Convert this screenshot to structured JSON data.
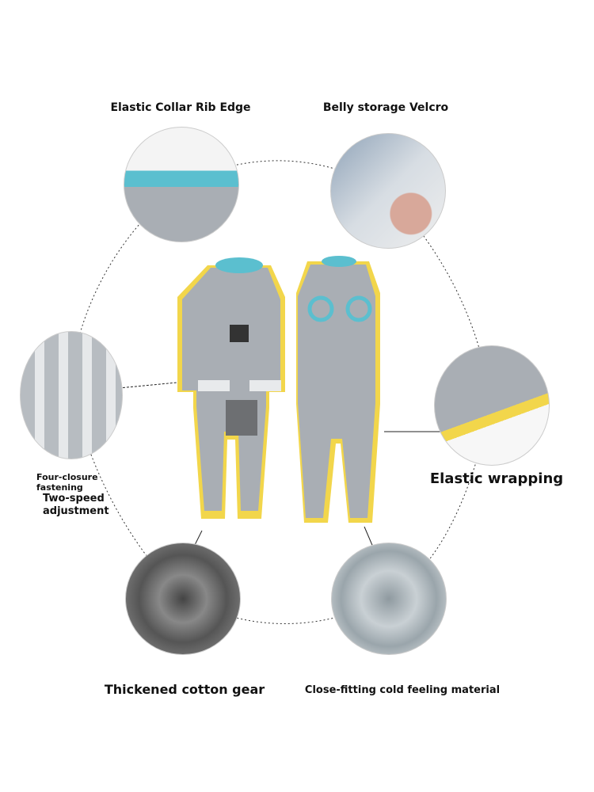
{
  "labels": {
    "collar": "Elastic Collar Rib Edge",
    "belly": "Belly storage Velcro",
    "four_closure": "Four-closure fastening",
    "two_speed": "Two-speed adjustment",
    "elastic_wrapping": "Elastic wrapping",
    "cotton": "Thickened cotton gear",
    "cold": "Close-fitting cold feeling material"
  },
  "colors": {
    "garment": "#a9aeb4",
    "trim": "#f2d64b",
    "collar": "#5bbfcf"
  }
}
